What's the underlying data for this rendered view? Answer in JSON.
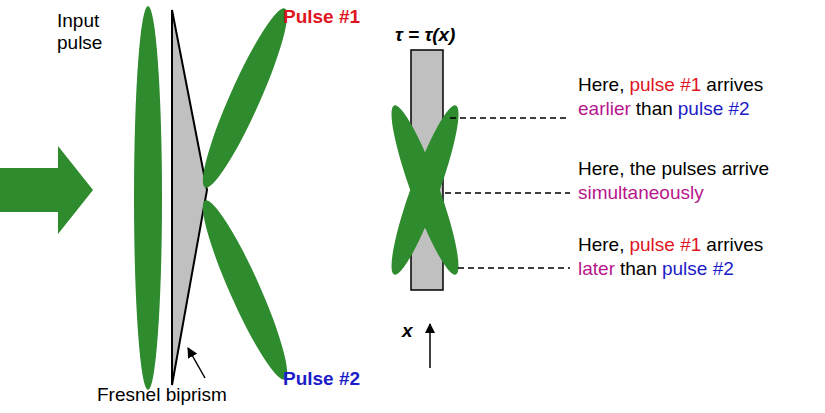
{
  "diagram": {
    "labels": [
      "Input pulse",
      "Pulse #1",
      "Pulse #2",
      "Fresnel biprism",
      "τ = τ(x)",
      "x",
      "Here,",
      "pulse #1",
      "arrives",
      "earlier",
      "than",
      "pulse #2",
      "Here, the pulses arrive",
      "simultaneously",
      "Here,",
      "pulse #1",
      "arrives",
      "later",
      "than",
      "pulse #2"
    ]
  }
}
